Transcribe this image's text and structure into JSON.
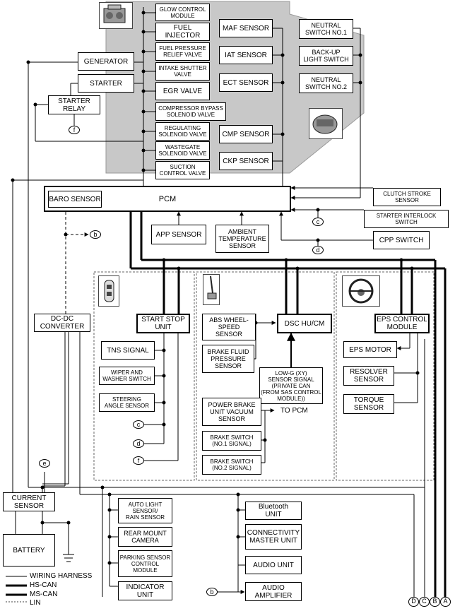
{
  "components": {
    "glow_control_module": "GLOW CONTROL\nMODULE",
    "fuel_injector": "FUEL\nINJECTOR",
    "fuel_pressure_relief_valve": "FUEL PRESSURE\nRELIEF VALVE",
    "intake_shutter_valve": "INTAKE SHUTTER\nVALVE",
    "egr_valve": "EGR VALVE",
    "compressor_bypass_solenoid_valve": "COMPRESSOR BYPASS\nSOLENOID VALVE",
    "regulating_solenoid_valve": "REGULATING\nSOLENOID VALVE",
    "wastegate_solenoid_valve": "WASTEGATE\nSOLENOID VALVE",
    "suction_control_valve": "SUCTION\nCONTROL VALVE",
    "maf_sensor": "MAF SENSOR",
    "iat_sensor": "IAT SENSOR",
    "ect_sensor": "ECT SENSOR",
    "cmp_sensor": "CMP SENSOR",
    "ckp_sensor": "CKP SENSOR",
    "neutral_switch_1": "NEUTRAL\nSWITCH NO.1",
    "backup_light_switch": "BACK-UP\nLIGHT SWITCH",
    "neutral_switch_2": "NEUTRAL\nSWITCH NO.2",
    "generator": "GENERATOR",
    "starter": "STARTER",
    "starter_relay": "STARTER\nRELAY",
    "baro_sensor": "BARO SENSOR",
    "pcm": "PCM",
    "clutch_stroke_sensor": "CLUTCH STROKE\nSENSOR",
    "starter_interlock_switch": "STARTER INTERLOCK\nSWITCH",
    "cpp_switch": "CPP SWITCH",
    "app_sensor": "APP SENSOR",
    "ambient_temperature_sensor": "AMBIENT\nTEMPERATURE\nSENSOR",
    "dc_dc_converter": "DC-DC\nCONVERTER",
    "start_stop_unit": "START STOP\nUNIT",
    "tns_signal": "TNS SIGNAL",
    "wiper_washer_switch": "WIPER AND\nWASHER SWITCH",
    "steering_angle_sensor": "STEERING\nANGLE SENSOR",
    "abs_wheel_speed_sensor": "ABS WHEEL-\nSPEED\nSENSOR",
    "brake_fluid_pressure_sensor": "BRAKE FLUID\nPRESSURE\nSENSOR",
    "dsc_hu_cm": "DSC HU/CM",
    "low_g_sensor_signal": "LOW-G (XY)\nSENSOR SIGNAL\n(PRIVATE CAN\n(FROM SAS CONTROL\nMODULE))",
    "power_brake_vacuum_sensor": "POWER BRAKE\nUNIT VACUUM\nSENSOR",
    "brake_switch_1": "BRAKE SWITCH\n(NO.1 SIGNAL)",
    "brake_switch_2": "BRAKE SWITCH\n(NO.2 SIGNAL)",
    "to_pcm": "TO PCM",
    "eps_control_module": "EPS CONTROL\nMODULE",
    "eps_motor": "EPS MOTOR",
    "resolver_sensor": "RESOLVER\nSENSOR",
    "torque_sensor": "TORQUE\nSENSOR",
    "current_sensor": "CURRENT\nSENSOR",
    "battery": "BATTERY",
    "auto_light_rain_sensor": "AUTO LIGHT\nSENSOR/\nRAIN SENSOR",
    "rear_mount_camera": "REAR MOUNT\nCAMERA",
    "parking_sensor_control_module": "PARKING SENSOR\nCONTROL\nMODULE",
    "indicator_unit": "INDICATOR\nUNIT",
    "bluetooth_unit": "Bluetooth\nUNIT",
    "connectivity_master_unit": "CONNECTIVITY\nMASTER UNIT",
    "audio_unit": "AUDIO UNIT",
    "audio_amplifier": "AUDIO\nAMPLIFIER"
  },
  "connectors": {
    "b": "b",
    "c": "c",
    "d": "d",
    "e": "e",
    "f": "f"
  },
  "edge_labels": {
    "D": "D",
    "C": "C",
    "B": "B",
    "A": "A"
  },
  "legend": {
    "wiring_harness": "WIRING HARNESS",
    "hs_can": "HS-CAN",
    "ms_can": "MS-CAN",
    "lin": "LIN"
  },
  "icons": {
    "engine": "engine-icon",
    "transmission": "transmission-icon",
    "key_fob": "key-fob-icon",
    "brake_pedal": "brake-pedal-icon",
    "steering_wheel": "steering-wheel-icon"
  },
  "colors": {
    "engine_area": "#c8c8c8",
    "line": "#000000"
  }
}
